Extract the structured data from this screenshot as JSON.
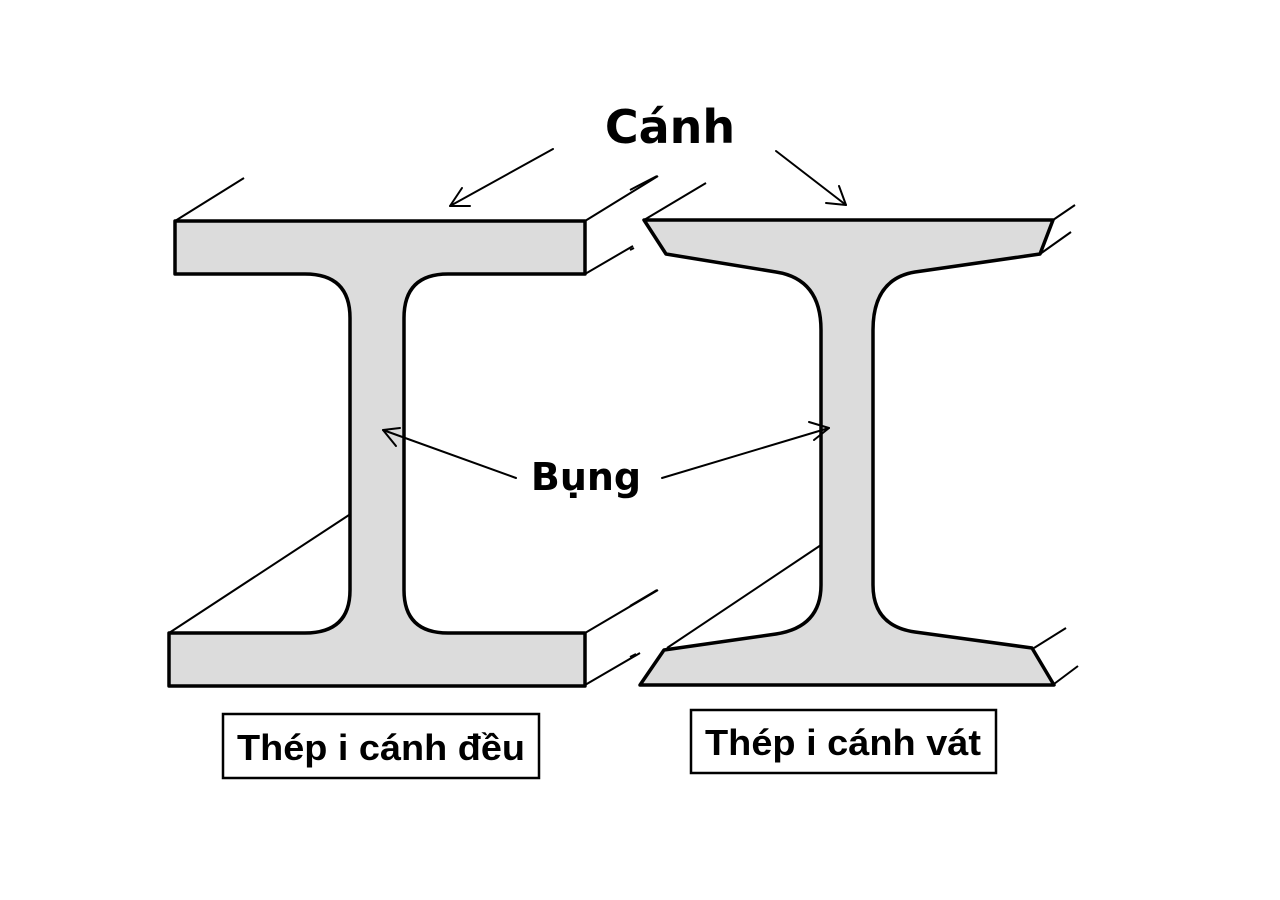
{
  "labels": {
    "flange": "Cánh",
    "web": "Bụng"
  },
  "captions": {
    "equal_flange": "Thép i cánh đều",
    "tapered_flange": "Thép i cánh vát"
  },
  "colors": {
    "beam_fill": "#dcdcdc",
    "stroke": "#000000",
    "background": "#ffffff"
  }
}
